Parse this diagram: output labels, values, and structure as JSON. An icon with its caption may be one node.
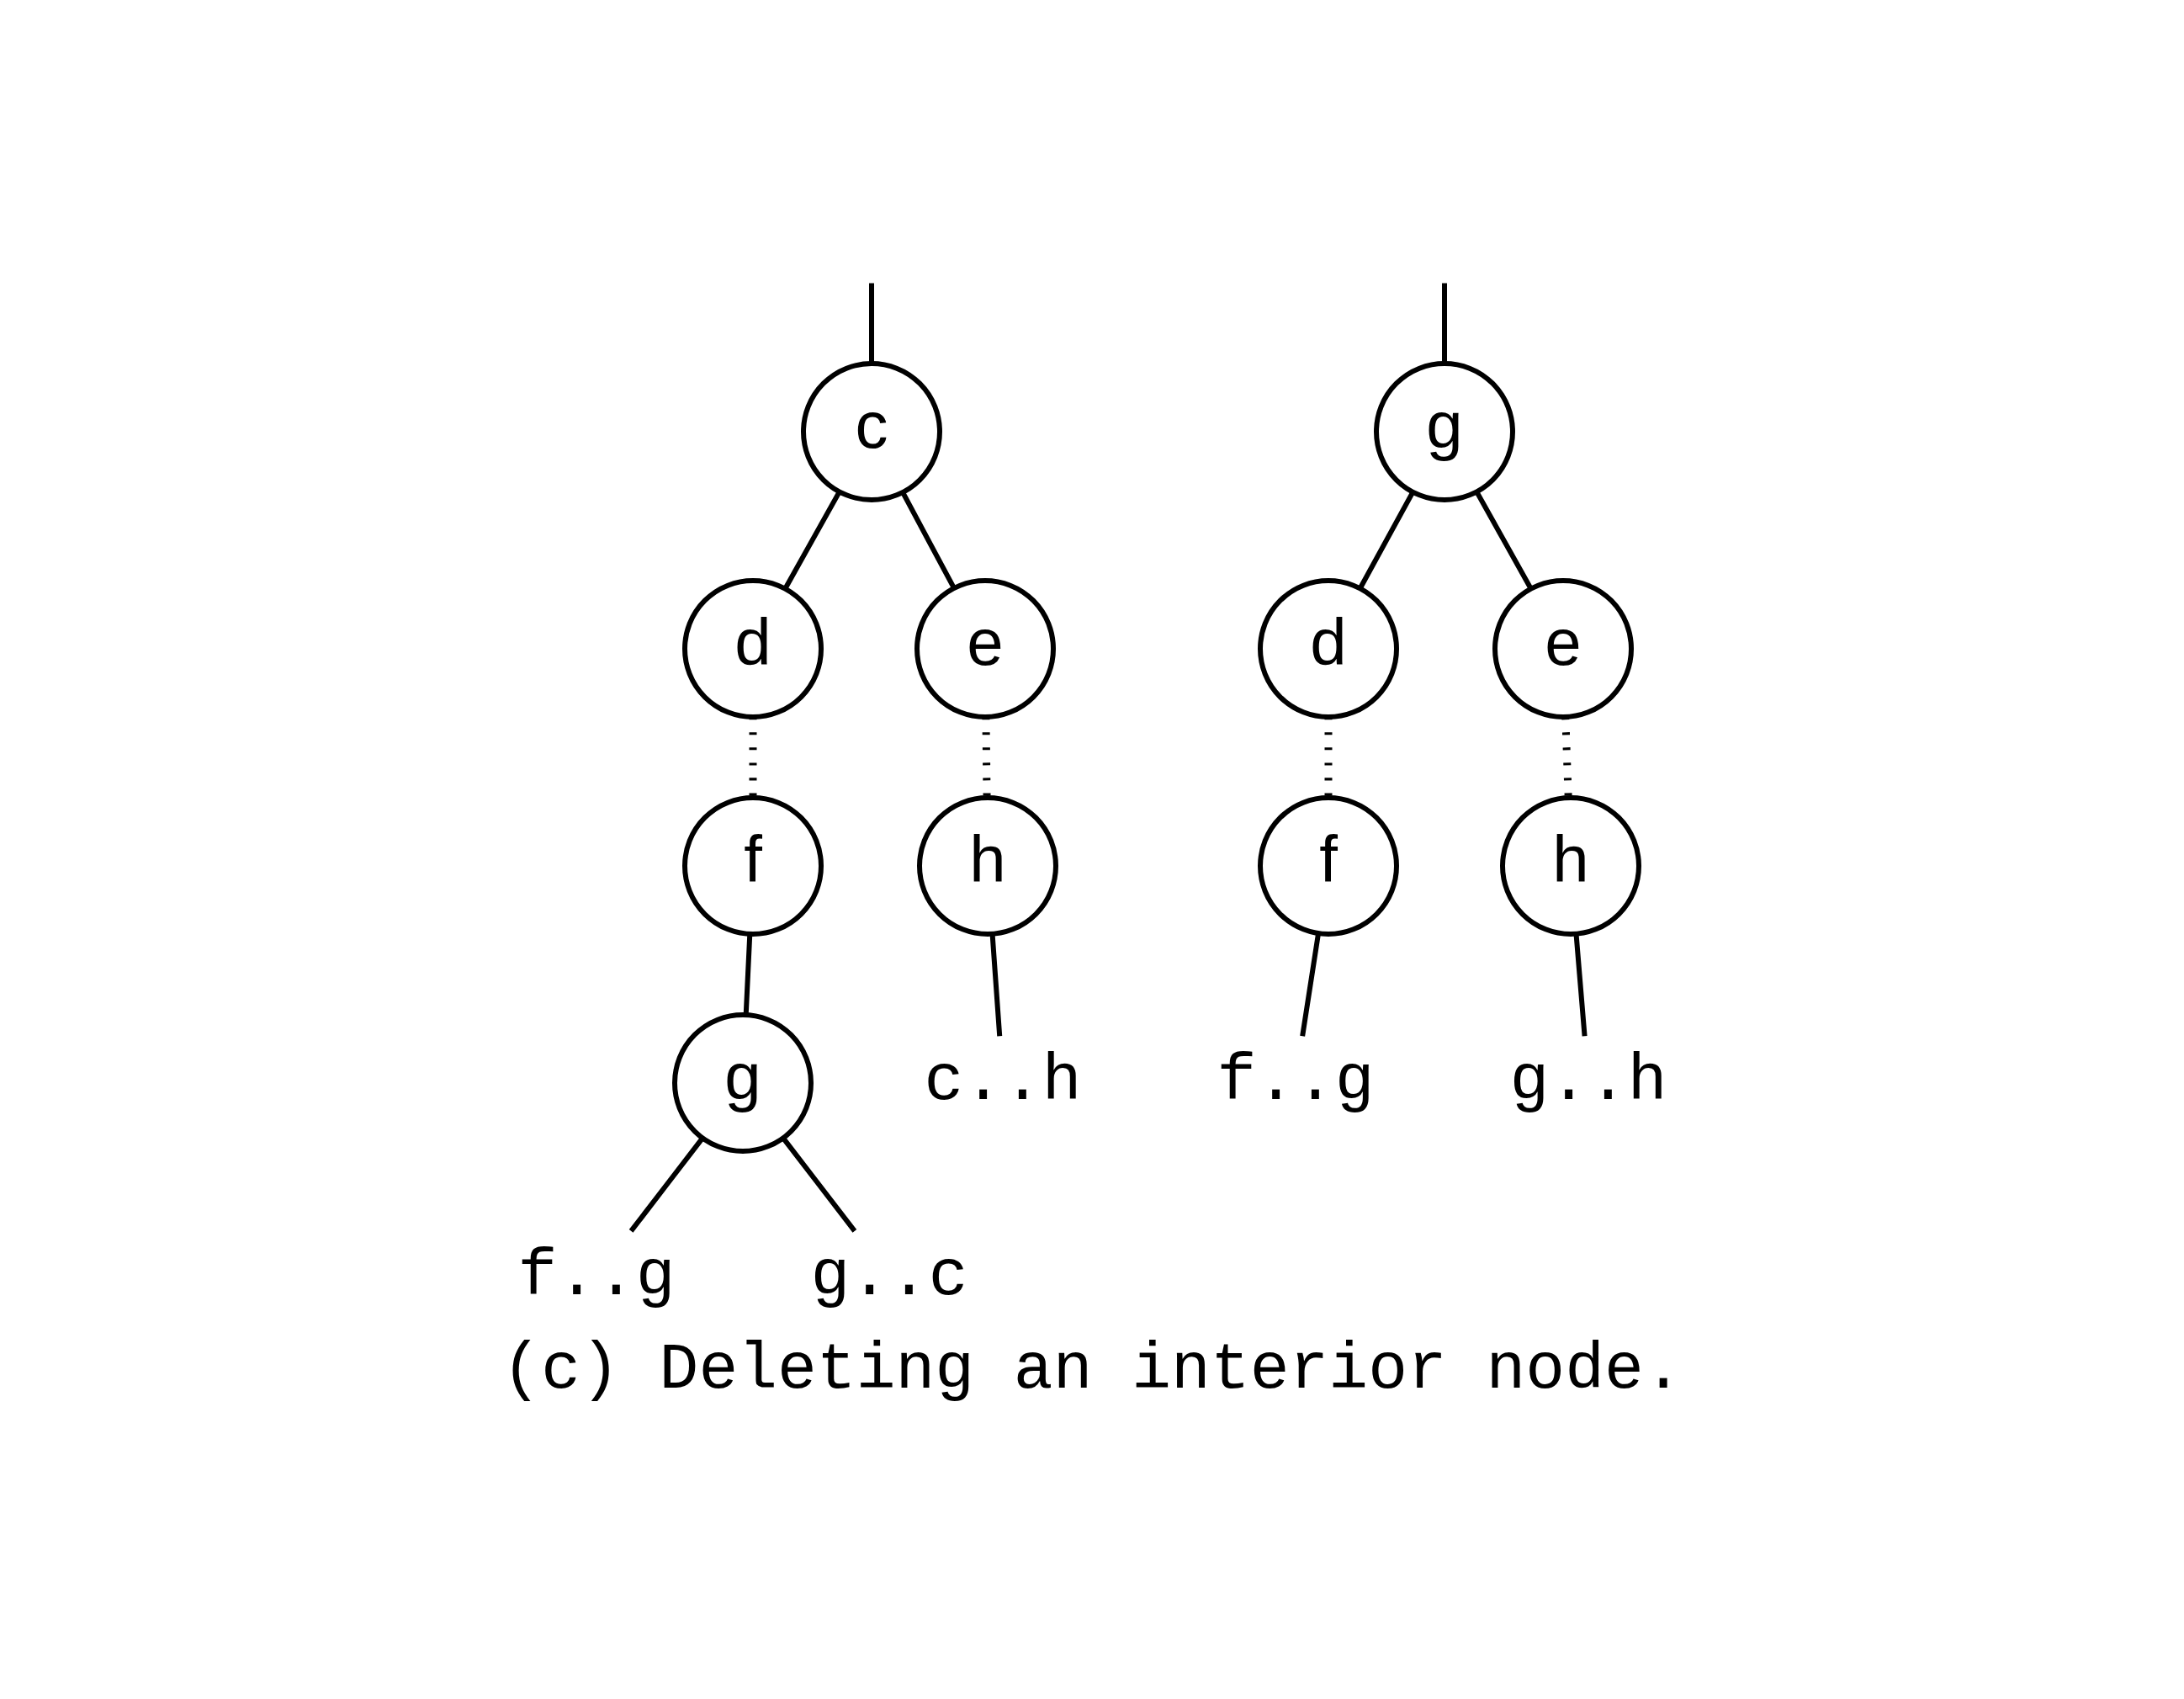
{
  "diagram": {
    "caption": "(c) Deleting an interior node.",
    "nodes": [
      {
        "text": [
          "c"
        ]
      },
      {
        "text": [
          "d"
        ]
      },
      {
        "text": [
          "e"
        ]
      },
      {
        "text": [
          "f"
        ]
      },
      {
        "text": [
          "h"
        ]
      },
      {
        "text": [
          "g"
        ]
      },
      {
        "text": [
          "c..h"
        ]
      },
      {
        "text": [
          "f..g"
        ]
      },
      {
        "text": [
          "g..c"
        ]
      },
      {
        "text": [
          "g"
        ]
      },
      {
        "text": [
          "d"
        ]
      },
      {
        "text": [
          "e"
        ]
      },
      {
        "text": [
          "f"
        ]
      },
      {
        "text": [
          "h"
        ]
      },
      {
        "text": [
          "f..g"
        ]
      },
      {
        "text": [
          "g..h"
        ]
      }
    ],
    "edges": [
      {
        "from": null,
        "to": 0,
        "arrow": "none"
      },
      {
        "from": 0,
        "to": 1,
        "arrow": "none"
      },
      {
        "from": 0,
        "to": 2,
        "arrow": "none"
      },
      {
        "from": 1,
        "to": 3,
        "arrow": "none",
        "style": "dashed"
      },
      {
        "from": 2,
        "to": 4,
        "arrow": "none",
        "style": "dashed"
      },
      {
        "from": 3,
        "to": 5,
        "arrow": "none"
      },
      {
        "from": 4,
        "to": 6,
        "arrow": "none"
      },
      {
        "from": 5,
        "to": 7,
        "arrow": "none"
      },
      {
        "from": 5,
        "to": 8,
        "arrow": "none"
      },
      {
        "from": null,
        "to": 9,
        "arrow": "none"
      },
      {
        "from": 9,
        "to": 10,
        "arrow": "none"
      },
      {
        "from": 9,
        "to": 11,
        "arrow": "none"
      },
      {
        "from": 10,
        "to": 12,
        "arrow": "none",
        "style": "dashed"
      },
      {
        "from": 11,
        "to": 13,
        "arrow": "none",
        "style": "dashed"
      },
      {
        "from": 12,
        "to": 14,
        "arrow": "none"
      },
      {
        "from": 13,
        "to": 15,
        "arrow": "none"
      }
    ]
  }
}
